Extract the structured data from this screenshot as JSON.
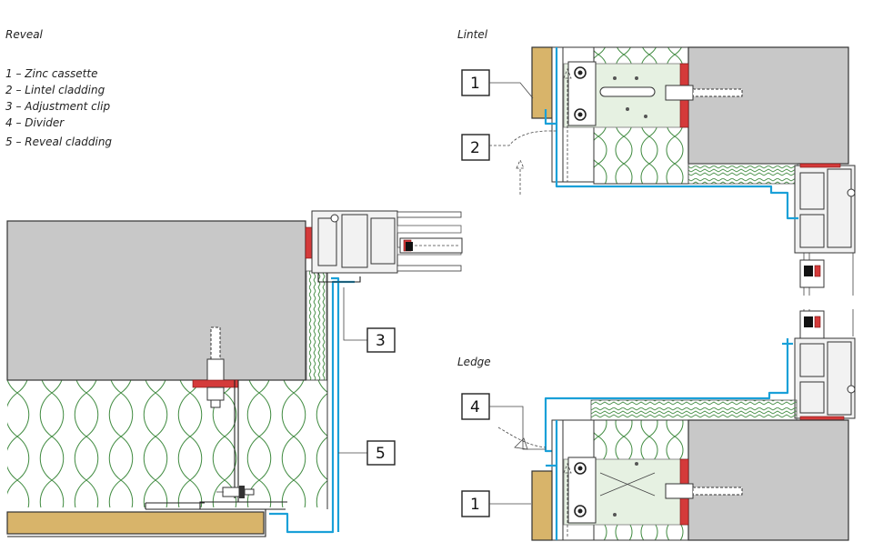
{
  "titles": {
    "reveal": "Reveal",
    "lintel": "Lintel",
    "ledge": "Ledge"
  },
  "legend": [
    "1 – Zinc cassette",
    "2 – Lintel cladding",
    "3 – Adjustment clip",
    "4 – Divider",
    "5 – Reveal cladding"
  ],
  "callouts": {
    "reveal_clip": "3",
    "reveal_cladding": "5",
    "lintel_cassette": "1",
    "lintel_cladding": "2",
    "ledge_divider": "4",
    "ledge_cassette": "1"
  },
  "colors": {
    "cladding": "#1aa0d8",
    "insulation": "#3f8a3f",
    "concrete": "#c8c8c8",
    "timber": "#d8b46a",
    "gasket": "#d43a3a"
  }
}
